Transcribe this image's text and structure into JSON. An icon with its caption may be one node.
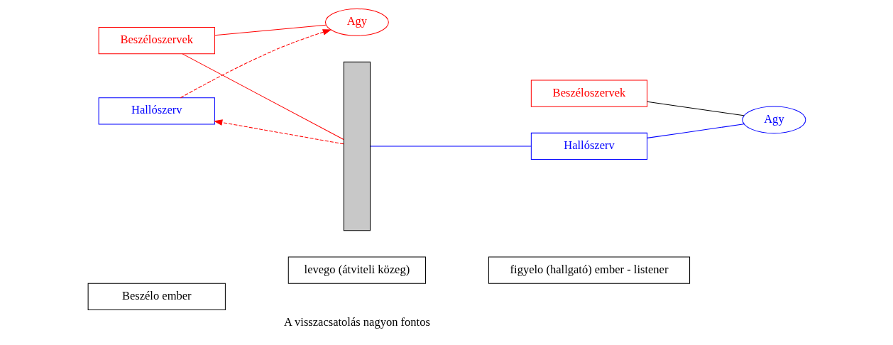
{
  "diagram": {
    "nodes": [
      {
        "text": [
          "Beszélo ember"
        ]
      },
      {
        "text": [
          "levego (átviteli közeg)"
        ]
      },
      {
        "text": [
          "figyelo (hallgató) ember - listener"
        ]
      },
      {
        "text": [
          "Agy"
        ]
      },
      {
        "text": [
          "Hallószerv"
        ]
      },
      {
        "text": [
          "Beszéloszervek"
        ]
      },
      {
        "text": [],
        "shape": "bar"
      },
      {
        "text": [
          "Beszéloszervek"
        ]
      },
      {
        "text": [
          "Hallószerv"
        ]
      },
      {
        "text": [
          "Agy"
        ]
      }
    ],
    "edges": [
      {
        "from": 3,
        "to": 5,
        "arrow": "none",
        "color": "#ff0000"
      },
      {
        "from": 5,
        "to": 6,
        "arrow": "none",
        "color": "#ff0000"
      },
      {
        "from": 6,
        "to": 4,
        "arrow": "to",
        "style": "dashed",
        "color": "#ff0000"
      },
      {
        "from": 4,
        "to": 3,
        "arrow": "to",
        "style": "dashed",
        "color": "#ff0000"
      },
      {
        "from": 6,
        "to": 8,
        "arrow": "none",
        "color": "#0000ff"
      },
      {
        "from": 8,
        "to": 9,
        "arrow": "none",
        "color": "#0000ff"
      },
      {
        "from": 7,
        "to": 9,
        "arrow": "none",
        "color": "#000000"
      }
    ],
    "labels": [
      "A visszacsatolás nagyon fontos"
    ]
  }
}
